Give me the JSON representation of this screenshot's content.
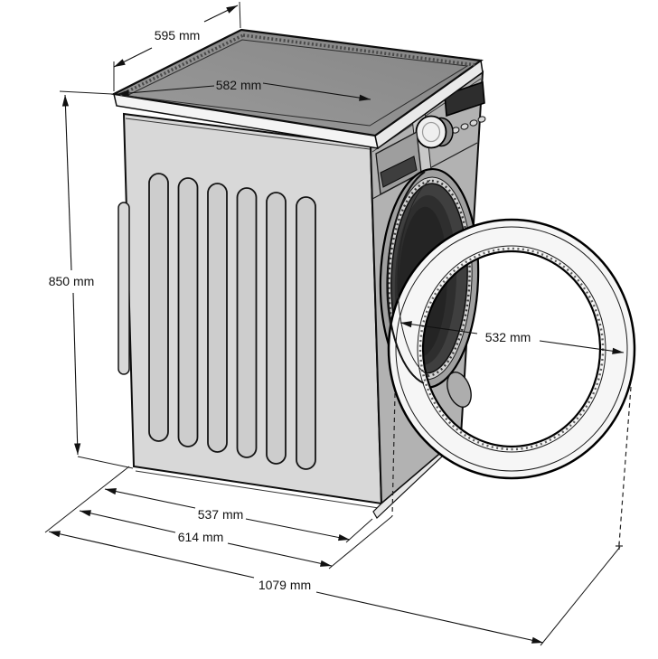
{
  "diagram": {
    "dimensions": {
      "top_depth": {
        "label": "595 mm"
      },
      "top_width": {
        "label": "582 mm"
      },
      "height": {
        "label": "850 mm"
      },
      "door_diameter": {
        "label": "532 mm"
      },
      "body_depth": {
        "label": "537 mm"
      },
      "depth_with_door": {
        "label": "614 mm"
      },
      "depth_door_open": {
        "label": "1079 mm"
      }
    },
    "colors": {
      "outline": "#111111",
      "side_panel": "#d8d8d8",
      "front_panel": "#b2b2b2",
      "lid_top": "#8f8f8f",
      "door_ring": "#f6f6f6",
      "drum_interior": "#2e2e2e",
      "background": "#ffffff"
    }
  }
}
